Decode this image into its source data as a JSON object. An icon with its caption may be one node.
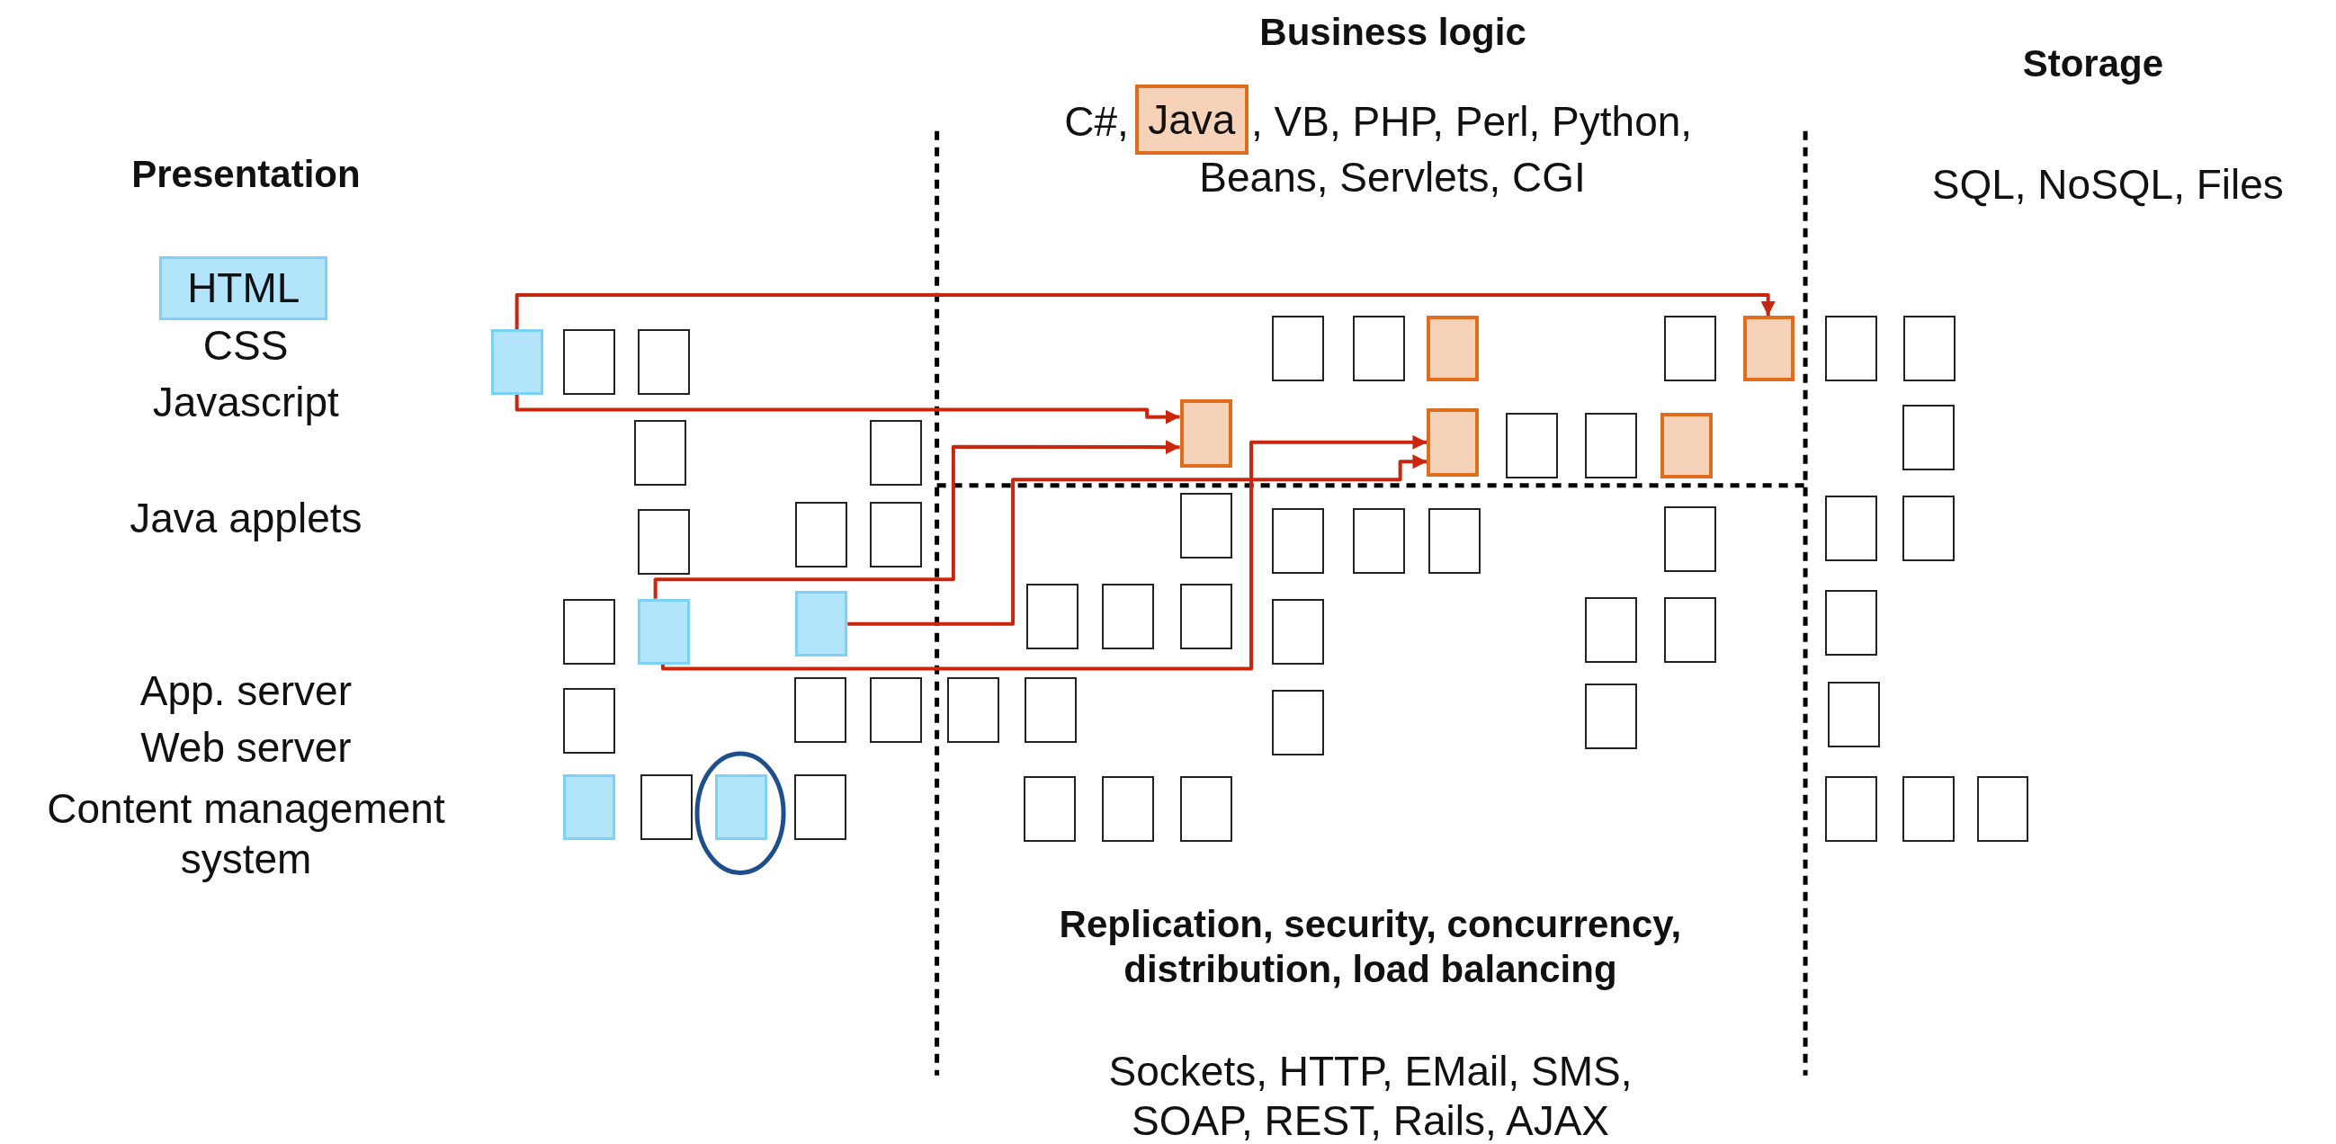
{
  "diagram": {
    "nodes": [
      {
        "text": [
          "Java"
        ]
      },
      {
        "text": [
          "HTML"
        ]
      },
      {
        "text": [],
        "shape": "box"
      },
      {
        "text": [],
        "shape": "box"
      },
      {
        "text": [],
        "shape": "box"
      },
      {
        "text": [],
        "shape": "box"
      },
      {
        "text": [],
        "shape": "box"
      },
      {
        "text": [],
        "shape": "box"
      },
      {
        "text": [],
        "shape": "box"
      },
      {
        "text": [],
        "shape": "box"
      },
      {
        "text": [],
        "shape": "box"
      },
      {
        "text": [],
        "shape": "box"
      },
      {
        "text": [],
        "shape": "box"
      },
      {
        "text": [],
        "shape": "box"
      },
      {
        "text": [],
        "shape": "box"
      },
      {
        "text": [],
        "shape": "box"
      },
      {
        "text": [],
        "shape": "box"
      },
      {
        "text": [],
        "shape": "box"
      },
      {
        "text": [],
        "shape": "box"
      },
      {
        "text": [],
        "shape": "box"
      },
      {
        "text": [],
        "shape": "box"
      },
      {
        "text": [],
        "shape": "box"
      },
      {
        "text": [],
        "shape": "box"
      },
      {
        "text": [],
        "shape": "box"
      },
      {
        "text": [],
        "shape": "box"
      },
      {
        "text": [],
        "shape": "box"
      },
      {
        "text": [],
        "shape": "box"
      },
      {
        "text": [],
        "shape": "box"
      },
      {
        "text": [],
        "shape": "box"
      },
      {
        "text": [],
        "shape": "box"
      },
      {
        "text": [],
        "shape": "box"
      },
      {
        "text": [],
        "shape": "box"
      },
      {
        "text": [],
        "shape": "box"
      },
      {
        "text": [],
        "shape": "box"
      },
      {
        "text": [],
        "shape": "box"
      },
      {
        "text": [],
        "shape": "box"
      },
      {
        "text": [],
        "shape": "box"
      },
      {
        "text": [],
        "shape": "box"
      },
      {
        "text": [],
        "shape": "box"
      },
      {
        "text": [],
        "shape": "box"
      },
      {
        "text": [],
        "shape": "box"
      },
      {
        "text": [],
        "shape": "box"
      },
      {
        "text": [],
        "shape": "box"
      },
      {
        "text": [],
        "shape": "box"
      },
      {
        "text": [],
        "shape": "box"
      },
      {
        "text": [],
        "shape": "box"
      },
      {
        "text": [],
        "shape": "box"
      },
      {
        "text": [],
        "shape": "box"
      },
      {
        "text": [],
        "shape": "box"
      },
      {
        "text": [],
        "shape": "box"
      },
      {
        "text": [],
        "shape": "box"
      },
      {
        "text": [],
        "shape": "box"
      },
      {
        "text": [],
        "shape": "box"
      },
      {
        "text": [],
        "shape": "box"
      },
      {
        "text": [],
        "shape": "box"
      },
      {
        "text": [],
        "shape": "box"
      },
      {
        "text": [],
        "shape": "box"
      },
      {
        "text": [],
        "shape": "box"
      }
    ],
    "edges": [
      {
        "from": 2,
        "to": 9,
        "arrow": "to"
      },
      {
        "from": 2,
        "to": 14,
        "arrow": "to"
      },
      {
        "from": 31,
        "to": 14,
        "arrow": "to"
      },
      {
        "from": 31,
        "to": 15,
        "arrow": "to"
      },
      {
        "from": 32,
        "to": 15,
        "arrow": "to"
      }
    ],
    "labels": [
      "Business logic",
      "C#,",
      ", VB, PHP, Perl, Python,",
      "Storage",
      "Presentation",
      "Beans, Servlets, CGI",
      "SQL, NoSQL, Files",
      "CSS",
      "Javascript",
      "Java applets",
      "App. server",
      "Web server",
      "Content management system",
      "Replication, security, concurrency, distribution, load balancing",
      "Sockets, HTTP, EMail, SMS, SOAP, REST, Rails, AJAX"
    ]
  }
}
